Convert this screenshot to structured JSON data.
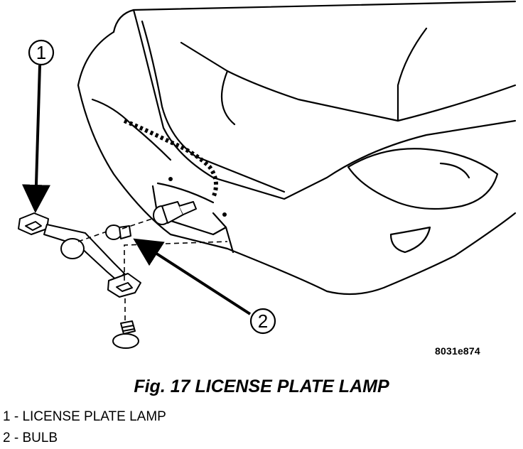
{
  "figure": {
    "id": "8031e874",
    "caption": "Fig. 17 LICENSE PLATE LAMP"
  },
  "callouts": [
    {
      "number": "1"
    },
    {
      "number": "2"
    }
  ],
  "legend": [
    {
      "text": "1 - LICENSE PLATE LAMP"
    },
    {
      "text": "2 - BULB"
    }
  ],
  "colors": {
    "ink": "#000000",
    "paper": "#ffffff"
  }
}
